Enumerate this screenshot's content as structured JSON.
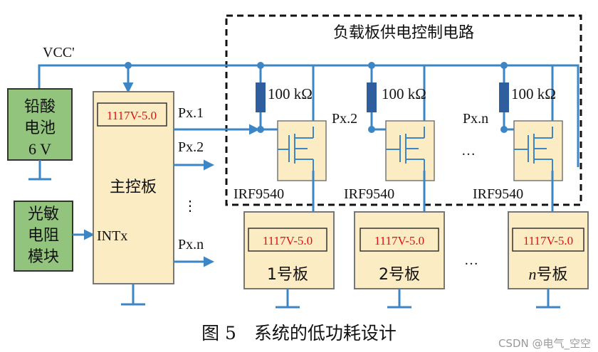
{
  "title": "负载板供电控制电路",
  "vcc_label": "VCC'",
  "battery": {
    "line1": "铅酸",
    "line2": "电池",
    "line3": "6 V"
  },
  "sensor": {
    "line1": "光敏",
    "line2": "电阻",
    "line3": "模块"
  },
  "main_board": {
    "regulator": "1117V-5.0",
    "label": "主控板",
    "intx": "INTx"
  },
  "ports": {
    "p1": "Px.1",
    "p2": "Px.2",
    "pn": "Px.n",
    "p2_gate": "Px.2",
    "pn_gate": "Px.n",
    "vdots": "⋮"
  },
  "resistor_label": "100 kΩ",
  "mosfet_label": "IRF9540",
  "boards": [
    {
      "regulator": "1117V-5.0",
      "label": "1号板"
    },
    {
      "regulator": "1117V-5.0",
      "label": "2号板"
    },
    {
      "regulator": "1117V-5.0",
      "num": "n",
      "suffix": "号板"
    }
  ],
  "ellipsis": "…",
  "caption": "图 5　系统的低功耗设计",
  "watermark": "CSDN @电气_空空",
  "colors": {
    "wire": "#3d86c6",
    "block_yellow": "#fcecc4",
    "block_green": "#93c47d",
    "resistor": "#2e5e9e",
    "regulator_text": "#e01010"
  }
}
